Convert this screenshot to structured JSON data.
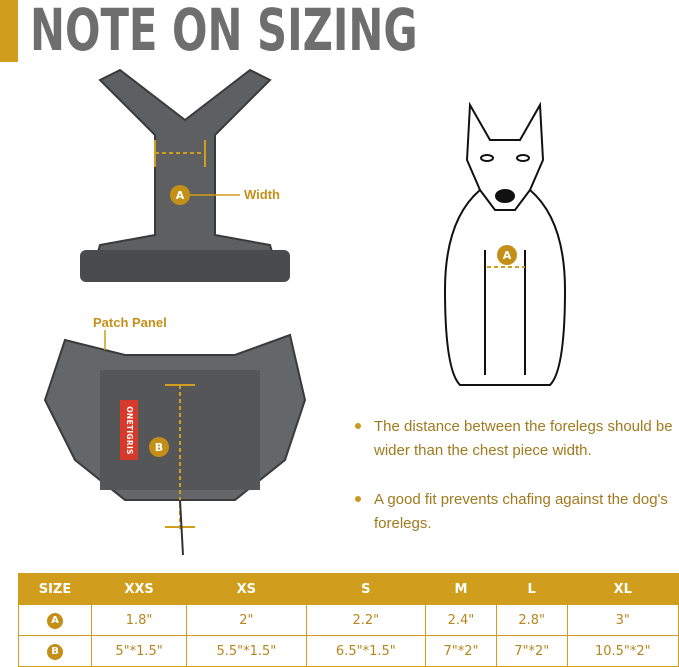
{
  "title": "NOTE ON SIZING",
  "labels": {
    "width": "Width",
    "patch_panel": "Patch Panel",
    "a": "A",
    "b": "B",
    "brand": "OneTigris"
  },
  "bullets": [
    "The distance between the forelegs should be wider than the chest piece width.",
    "A good fit prevents chafing against the dog's forelegs."
  ],
  "table": {
    "headers": [
      "SIZE",
      "XXS",
      "XS",
      "S",
      "M",
      "L",
      "XL"
    ],
    "rows": [
      {
        "label": "A",
        "values": [
          "1.8\"",
          "2\"",
          "2.2\"",
          "2.4\"",
          "2.8\"",
          "3\""
        ]
      },
      {
        "label": "B",
        "values": [
          "5\"*1.5\"",
          "5.5\"*1.5\"",
          "6.5\"*1.5\"",
          "7\"*2\"",
          "7\"*2\"",
          "10.5\"*2\""
        ]
      }
    ]
  },
  "colors": {
    "accent": "#d19d1c",
    "title": "#6e6e6e"
  }
}
